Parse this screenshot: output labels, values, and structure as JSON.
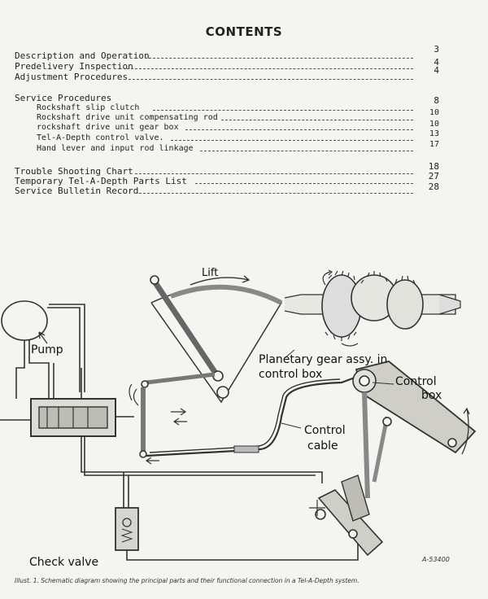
{
  "title": "CONTENTS",
  "toc": {
    "top": [
      {
        "label": "Description and Operation",
        "page": "3"
      },
      {
        "label": "Predelivery Inspection",
        "page": "4"
      },
      {
        "label": "Adjustment Procedures",
        "page": "4"
      }
    ],
    "service_heading": "Service Procedures",
    "service_page": "8",
    "service": [
      {
        "label": "Rockshaft slip clutch",
        "page": "10"
      },
      {
        "label": "Rockshaft drive unit compensating rod",
        "page": "10"
      },
      {
        "label": "rockshaft drive unit gear box",
        "page": "13"
      },
      {
        "label": "Tel-A-Depth control valve.",
        "page": "17"
      },
      {
        "label": "Hand lever and input rod linkage",
        "page": ""
      }
    ],
    "bottom": [
      {
        "label": "Trouble Shooting Chart",
        "page": "18"
      },
      {
        "label": "Temporary Tel-A-Depth Parts List",
        "page": "27"
      },
      {
        "label": "Service Bulletin Record",
        "page": "28"
      }
    ]
  },
  "diagram": {
    "labels": {
      "lift": "Lift",
      "pump": "Pump",
      "planetary": "Planetary gear assy. in",
      "planetary2": "control box",
      "control_box": "Control",
      "control_box2": "box",
      "control_cable": "Control",
      "control_cable2": "cable",
      "check_valve": "Check valve"
    },
    "figure_id": "A-53400"
  },
  "caption": "Illust. 1.  Schematic diagram showing the principal parts and their functional connection in a Tel-A-Depth system."
}
